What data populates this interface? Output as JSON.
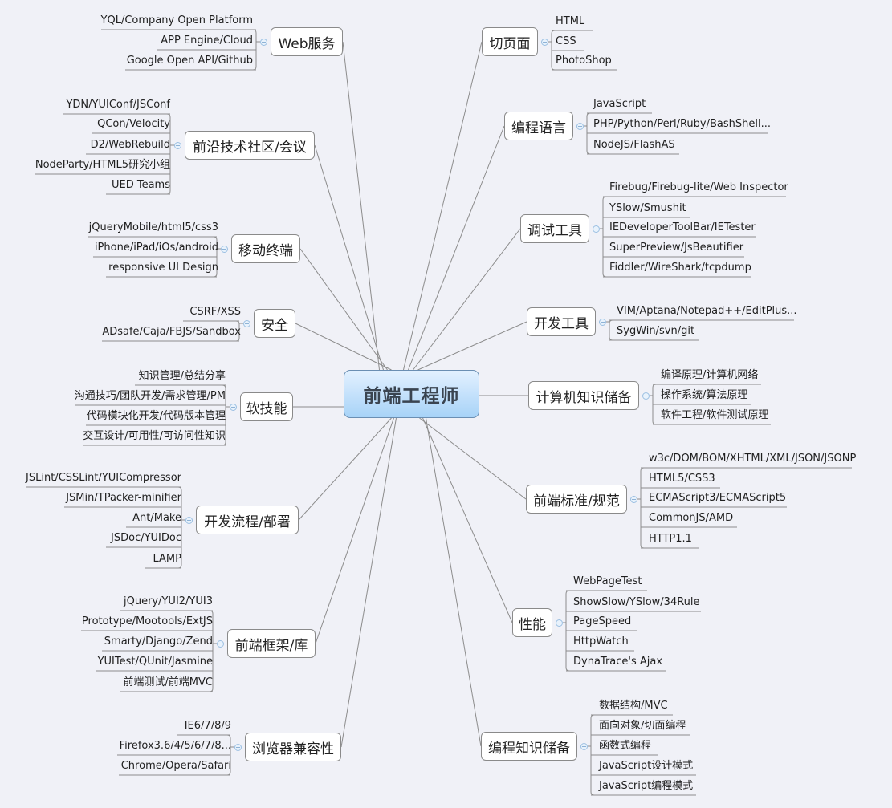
{
  "root": {
    "label": "前端工程师"
  },
  "branches": [
    {
      "id": "web-service",
      "side": "left",
      "label": "Web服务",
      "children": [
        "YQL/Company Open Platform",
        "APP Engine/Cloud",
        "Google Open API/Github"
      ]
    },
    {
      "id": "community",
      "side": "left",
      "label": "前沿技术社区/会议",
      "children": [
        "YDN/YUIConf/JSConf",
        "QCon/Velocity",
        "D2/WebRebuild",
        "NodeParty/HTML5研究小组",
        "UED Teams"
      ]
    },
    {
      "id": "mobile",
      "side": "left",
      "label": "移动终端",
      "children": [
        "jQueryMobile/html5/css3",
        "iPhone/iPad/iOs/android",
        "responsive UI Design"
      ]
    },
    {
      "id": "security",
      "side": "left",
      "label": "安全",
      "children": [
        "CSRF/XSS",
        "ADsafe/Caja/FBJS/Sandbox"
      ]
    },
    {
      "id": "soft-skills",
      "side": "left",
      "label": "软技能",
      "children": [
        "知识管理/总结分享",
        "沟通技巧/团队开发/需求管理/PM",
        "代码模块化开发/代码版本管理",
        "交互设计/可用性/可访问性知识"
      ]
    },
    {
      "id": "dev-process",
      "side": "left",
      "label": "开发流程/部署",
      "children": [
        "JSLint/CSSLint/YUICompressor",
        "JSMin/TPacker-minifier",
        "Ant/Make",
        "JSDoc/YUIDoc",
        "LAMP"
      ]
    },
    {
      "id": "frameworks",
      "side": "left",
      "label": "前端框架/库",
      "children": [
        "jQuery/YUI2/YUI3",
        "Prototype/Mootools/ExtJS",
        "Smarty/Django/Zend",
        "YUITest/QUnit/Jasmine",
        "前端测试/前端MVC"
      ]
    },
    {
      "id": "browser-compat",
      "side": "left",
      "label": "浏览器兼容性",
      "children": [
        "IE6/7/8/9",
        "Firefox3.6/4/5/6/7/8...",
        "Chrome/Opera/Safari"
      ]
    },
    {
      "id": "slicing",
      "side": "right",
      "label": "切页面",
      "children": [
        "HTML",
        "CSS",
        "PhotoShop"
      ]
    },
    {
      "id": "languages",
      "side": "right",
      "label": "编程语言",
      "children": [
        "JavaScript",
        "PHP/Python/Perl/Ruby/BashShell...",
        "NodeJS/FlashAS"
      ]
    },
    {
      "id": "debug-tools",
      "side": "right",
      "label": "调试工具",
      "children": [
        "Firebug/Firebug-lite/Web Inspector",
        "YSlow/Smushit",
        "IEDeveloperToolBar/IETester",
        "SuperPreview/JsBeautifier",
        "Fiddler/WireShark/tcpdump"
      ]
    },
    {
      "id": "dev-tools",
      "side": "right",
      "label": "开发工具",
      "children": [
        "VIM/Aptana/Notepad++/EditPlus...",
        "SygWin/svn/git"
      ]
    },
    {
      "id": "cs-knowledge",
      "side": "right",
      "label": "计算机知识储备",
      "children": [
        "编译原理/计算机网络",
        "操作系统/算法原理",
        "软件工程/软件测试原理"
      ]
    },
    {
      "id": "standards",
      "side": "right",
      "label": "前端标准/规范",
      "children": [
        "w3c/DOM/BOM/XHTML/XML/JSON/JSONP",
        "HTML5/CSS3",
        "ECMAScript3/ECMAScript5",
        "CommonJS/AMD",
        "HTTP1.1"
      ]
    },
    {
      "id": "performance",
      "side": "right",
      "label": "性能",
      "children": [
        "WebPageTest",
        "ShowSlow/YSlow/34Rule",
        "PageSpeed",
        "HttpWatch",
        "DynaTrace's Ajax"
      ]
    },
    {
      "id": "programming-knowledge",
      "side": "right",
      "label": "编程知识储备",
      "children": [
        "数据结构/MVC",
        "面向对象/切面编程",
        "函数式编程",
        "JavaScript设计模式",
        "JavaScript编程模式"
      ]
    }
  ],
  "colors": {
    "background": "#f0f1f7",
    "root_fill_top": "#e3f1ff",
    "root_fill_bottom": "#a8d3f7",
    "root_border": "#6b8fb3",
    "root_text": "#3a4450",
    "topic_border": "#8a8a8a",
    "connector": "#8c8c8c",
    "collapse_icon": "#9cc0e2"
  }
}
